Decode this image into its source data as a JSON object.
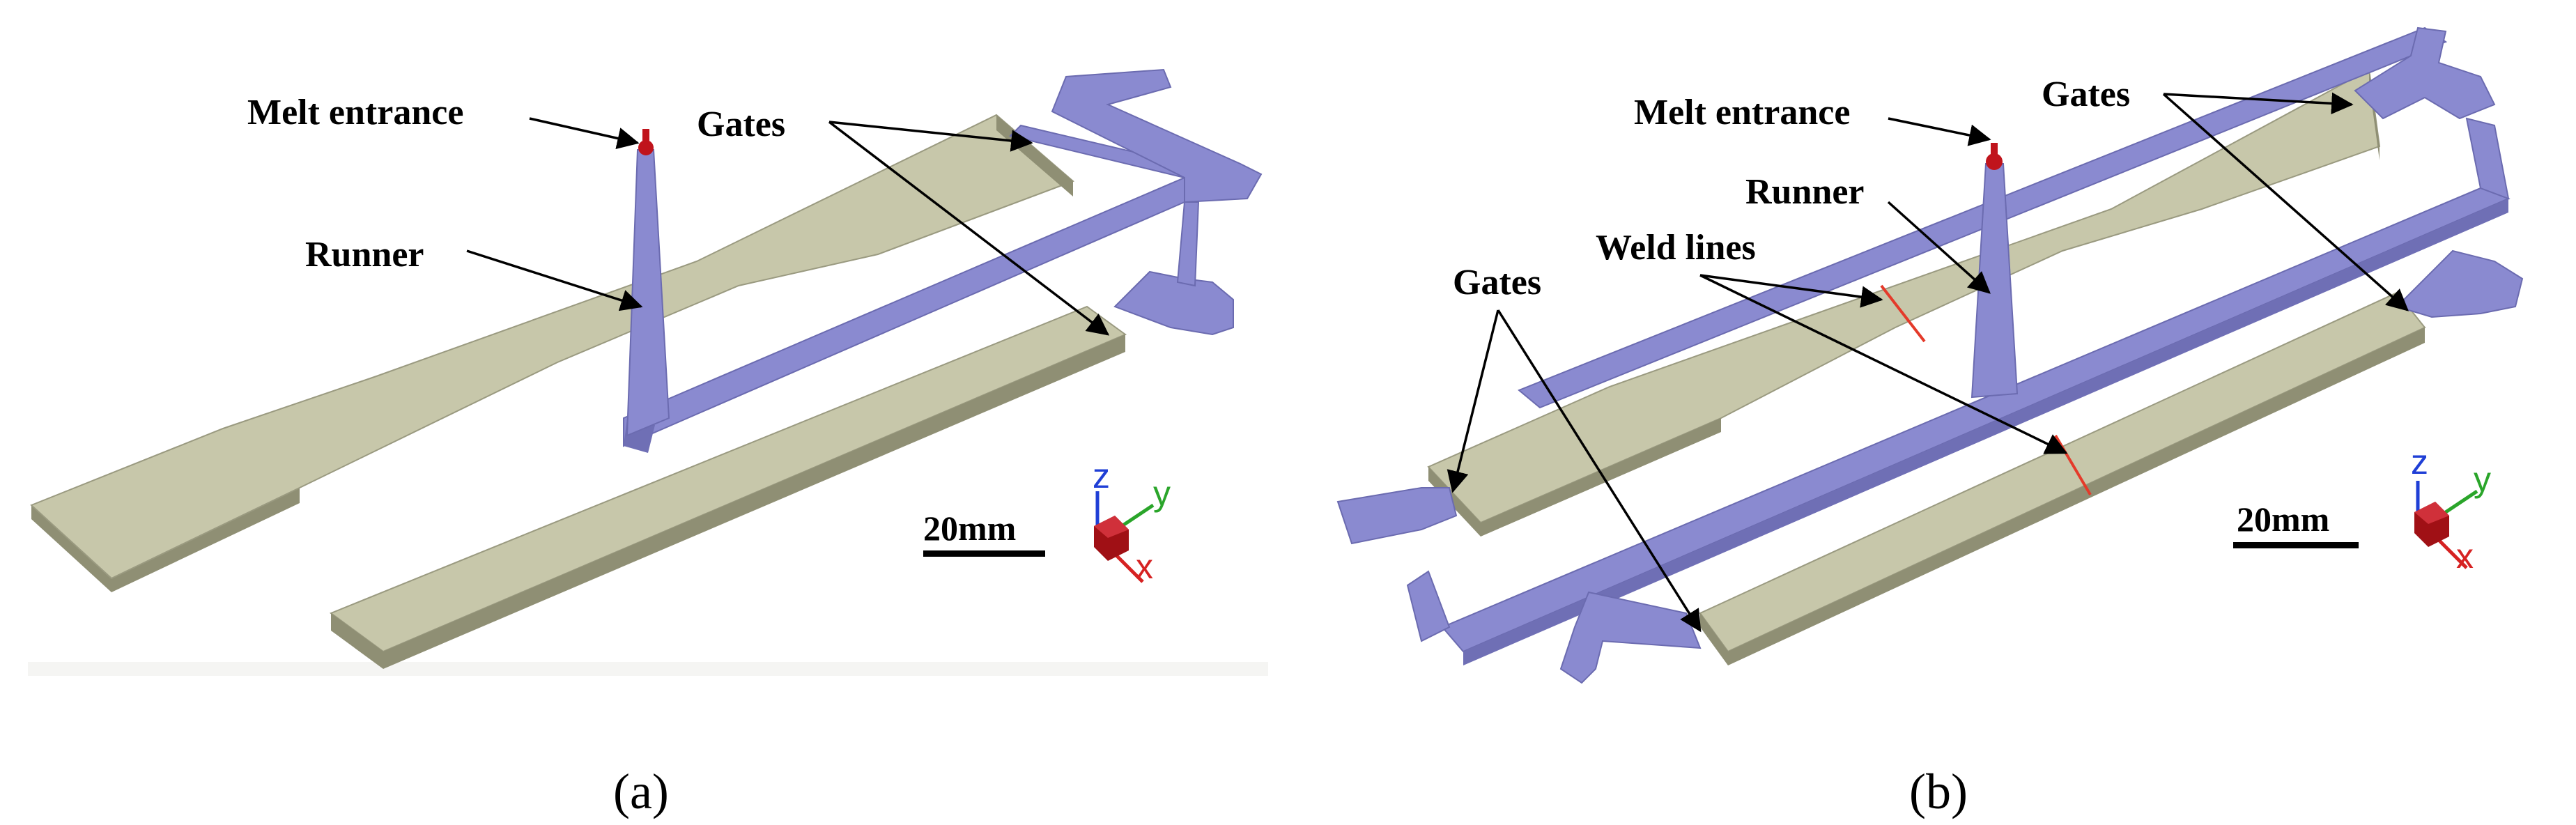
{
  "panels": [
    {
      "id": "a",
      "caption": "(a)",
      "labels": {
        "melt_entrance": "Melt entrance",
        "gates": "Gates",
        "runner": "Runner"
      },
      "scale_bar": "20mm",
      "axes": {
        "z": "z",
        "y": "y",
        "x": "x"
      }
    },
    {
      "id": "b",
      "caption": "(b)",
      "labels": {
        "melt_entrance": "Melt entrance",
        "gates_top": "Gates",
        "runner": "Runner",
        "weld_lines": "Weld lines",
        "gates_left": "Gates"
      },
      "scale_bar": "20mm",
      "axes": {
        "z": "z",
        "y": "y",
        "x": "x"
      }
    }
  ],
  "colors": {
    "specimen": "#c7c7aa",
    "runner": "#8a8ad0",
    "melt_entrance_marker": "#c0141c",
    "weld_line": "#e43a2a",
    "axis_z": "#1f3fd6",
    "axis_y": "#2aa52a",
    "axis_x": "#d62222"
  }
}
